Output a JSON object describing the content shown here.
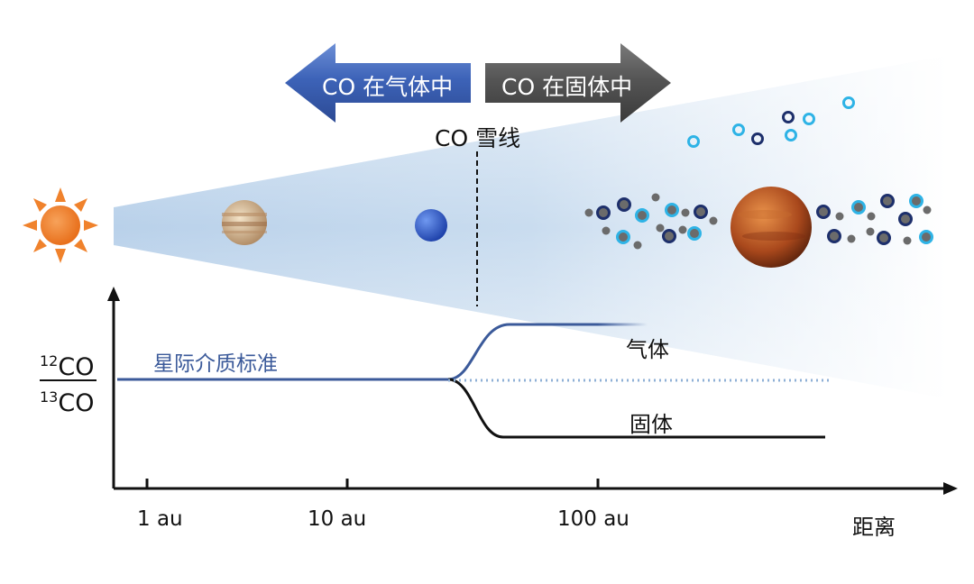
{
  "arrows": {
    "gas": "CO 在气体中",
    "solid": "CO 在固体中"
  },
  "snowline_label": "CO 雪线",
  "ratio": {
    "numerator_mass": "12",
    "numerator_species": "CO",
    "denominator_mass": "13",
    "denominator_species": "CO"
  },
  "ism_label": "星际介质标准",
  "gas_label": "气体",
  "solid_label": "固体",
  "axis": {
    "x_label": "距离",
    "ticks": [
      "1 au",
      "10 au",
      "100 au"
    ]
  },
  "colors": {
    "gas_arrow": "#3d63b8",
    "solid_arrow": "#555555",
    "disk": "#c9dcef",
    "gas_line": "#3b5a9a",
    "solid_line": "#111111",
    "ism_dotted": "#8fb0d6",
    "sun": "#f0822c",
    "ice_light": "#2eb3e6",
    "ice_dark": "#1d2f6b",
    "dust": "#6b6b6b"
  },
  "icons": [
    "sun-icon",
    "jupiter-icon",
    "neptune-icon",
    "hot-planet-icon"
  ]
}
